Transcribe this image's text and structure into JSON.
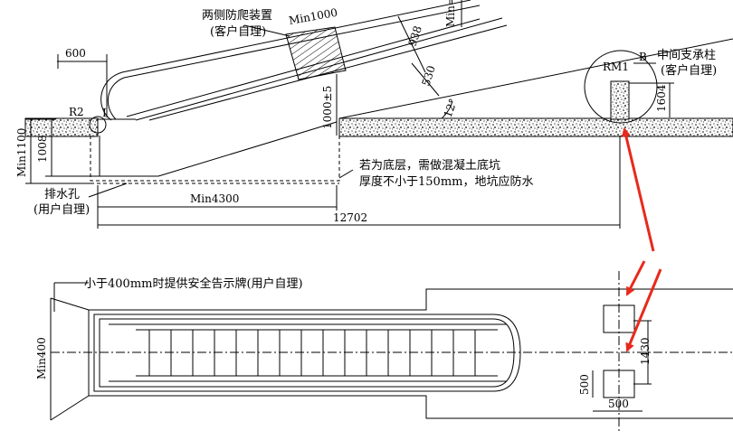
{
  "labels": {
    "anti_climb": "两侧防爬装置",
    "anti_climb_note": "(客户自理)",
    "min1000": "Min1000",
    "min_top": "Min=",
    "d600": "600",
    "r2": "R2",
    "i_mark": "I",
    "d938": "938",
    "d530": "530",
    "angle": "12°",
    "d1000": "1000±5",
    "rm1": "RM1",
    "b_mark": "B",
    "middle_support": "中间支承柱",
    "middle_support_note": "(客户自理)",
    "d1604": "1604",
    "min1100": "Min1100",
    "d1008": "1008",
    "pit_note_1": "若为底层，需做混凝土底坑",
    "pit_note_2": "厚度不小于150mm，地坑应防水",
    "drain": "排水孔",
    "drain_note": "(用户自理)",
    "min4300": "Min4300",
    "d12702": "12702",
    "sign_note": "小于400mm时提供安全告示牌(用户自理)",
    "min400": "Min400",
    "d1430": "1430",
    "d500v": "500",
    "d500h": "500"
  },
  "colors": {
    "line": "#000000",
    "arrow": "#e8291c"
  }
}
